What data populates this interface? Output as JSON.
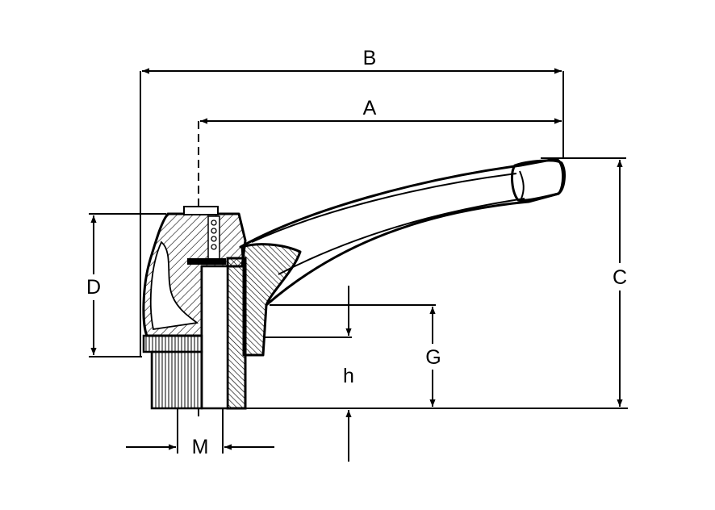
{
  "dimension_labels": {
    "A": "A",
    "B": "B",
    "C": "C",
    "D": "D",
    "G": "G",
    "h": "h",
    "M": "M"
  },
  "colors": {
    "line": "#000000",
    "background": "#ffffff"
  }
}
